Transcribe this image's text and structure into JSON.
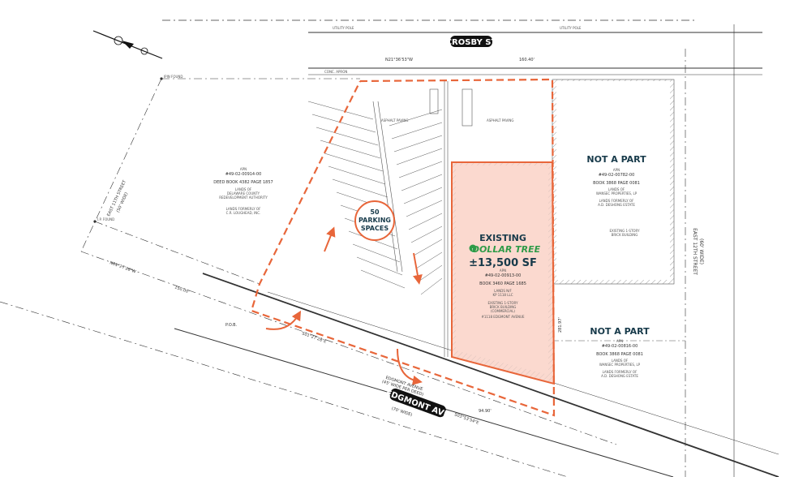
{
  "colors": {
    "site_boundary": "#e8663a",
    "building_fill": "#fbd9cf",
    "heading_text": "#173a4a",
    "brand_green": "#2e9b48",
    "linework": "#333333"
  },
  "streets": {
    "crosby": "CROSBY ST",
    "edgmont": "EDGMONT AVE",
    "edgmont_detail_1": "EDGMONT AVENUE",
    "edgmont_detail_2": "(45' WIDE PER DEED)",
    "edgmont_detail_3": "(70' WIDE)",
    "east_11th": "EAST 11TH STREET",
    "east_11th_width": "(50' WIDE)",
    "east_12th": "EAST 12TH STREET",
    "east_12th_width": "(60' WIDE)"
  },
  "survey_labels": {
    "crosby_bearing": "N21°36'53\"W",
    "crosby_distance": "160.40'",
    "left_bearing": "N01°27'28\"W",
    "left_distance": "150.00'",
    "bottom_bearing": "S01°27'28\"E",
    "bottom_right_bearing": "S03°53'54\"E",
    "bottom_right_distance": "94.90'",
    "right_distance": "281.97'",
    "pob": "P.O.B.",
    "iron_pin_found": "IPIN FOUND",
    "iron_pin_found_2": "I.P. FOUND"
  },
  "parking": {
    "count": "50",
    "line1": "PARKING",
    "line2": "SPACES"
  },
  "subject_property": {
    "status": "EXISTING",
    "tenant_logo": "DOLLAR TREE",
    "area": "±13,500 SF",
    "apn_label": "APN",
    "apn": "#49-02-00913-00",
    "book": "BOOK 3460 PAGE 1685",
    "owner_1": "LANDS N/F",
    "owner_2": "KP 1118 LLC",
    "building_1": "EXISTING 1-STORY",
    "building_2": "BRICK BUILDING",
    "building_3": "(COMMERCIAL)",
    "address": "#1118 EDGMONT AVENUE"
  },
  "not_a_part_upper": {
    "title": "NOT A PART",
    "apn_label": "APN",
    "apn": "#49-02-00782-00",
    "book": "BOOK 3868 PAGE 0081",
    "lands_1": "LANDS OF",
    "lands_2": "WANSEC PROPERTIES, LP",
    "former_1": "LANDS FORMERLY OF",
    "former_2": "A.D. DESHONG ESTATE",
    "building_1": "EXISTING 1-STORY",
    "building_2": "BRICK BUILDING"
  },
  "not_a_part_lower": {
    "title": "NOT A PART",
    "apn_label": "APN",
    "apn": "#49-02-00816-00",
    "book": "BOOK 3868 PAGE 0081",
    "lands_1": "LANDS OF",
    "lands_2": "WANSEC PROPERTIES, LP",
    "former_1": "LANDS FORMERLY OF",
    "former_2": "A.D. DESHONG ESTATE"
  },
  "left_parcel": {
    "apn_label": "APN",
    "apn": "#49-02-00914-00",
    "book": "DEED BOOK 4382 PAGE 1857",
    "lands_1": "LANDS OF",
    "lands_2": "DELAWARE COUNTY",
    "lands_3": "REDEVELOPMENT AUTHORITY",
    "former_1": "LANDS FORMERLY OF",
    "former_2": "C.R. LOUGHEAD, INC."
  },
  "misc": {
    "asphalt_paving": "ASPHALT PAVING",
    "concrete_apron": "CONC. APRON",
    "utility_pole": "UTILITY POLE"
  }
}
